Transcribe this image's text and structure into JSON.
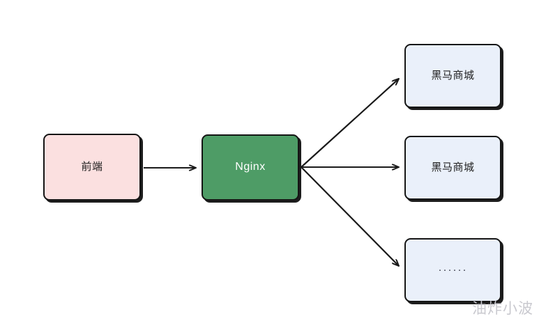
{
  "diagram": {
    "title": "Nginx reverse proxy fan-out diagram",
    "colors": {
      "frontend_fill": "#fbe0e0",
      "nginx_fill": "#4e9c66",
      "service_fill": "#eaf0fa",
      "border": "#151515",
      "arrow": "#1a1a1a",
      "watermark": "#c9c9cf"
    },
    "nodes": [
      {
        "id": "frontend",
        "label": "前端"
      },
      {
        "id": "nginx",
        "label": "Nginx"
      },
      {
        "id": "service-1",
        "label": "黑马商城"
      },
      {
        "id": "service-2",
        "label": "黑马商城"
      },
      {
        "id": "service-3",
        "label": "······"
      }
    ],
    "edges": [
      {
        "id": "edge-frontend-nginx",
        "from": "frontend",
        "to": "nginx",
        "label": ""
      },
      {
        "id": "edge-nginx-service-1",
        "from": "nginx",
        "to": "service-1",
        "label": ""
      },
      {
        "id": "edge-nginx-service-2",
        "from": "nginx",
        "to": "service-2",
        "label": ""
      },
      {
        "id": "edge-nginx-service-3",
        "from": "nginx",
        "to": "service-3",
        "label": ""
      }
    ]
  },
  "watermark": {
    "text": "油炸小波"
  }
}
